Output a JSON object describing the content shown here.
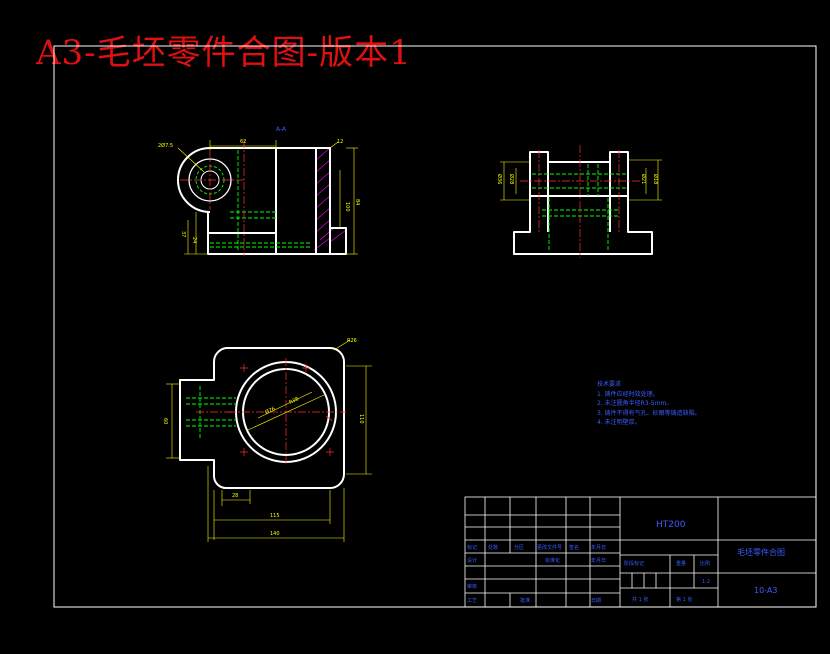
{
  "drawing": {
    "title": "A3-毛坯零件合图-版本1",
    "section_label": "A-A"
  },
  "front_view": {
    "dimensions": [
      "2Ø7.5",
      "62",
      "12",
      "100",
      "84",
      "37",
      "24"
    ]
  },
  "side_view": {
    "dimensions": [
      "Ø36",
      "Ø28",
      "Ø21",
      "Ø18"
    ]
  },
  "top_view": {
    "dimensions": [
      "R26",
      "Ø76",
      "R38",
      "60",
      "110",
      "28",
      "115",
      "140"
    ]
  },
  "technical_notes": {
    "heading": "技术要求",
    "items": [
      "1. 铸件应经时效处理。",
      "2. 未注圆角半径R3-5mm。",
      "3. 铸件不得有气孔、砂眼等铸造缺陷。",
      "4. 未注明壁厚。"
    ]
  },
  "title_block": {
    "material": "HT200",
    "part_name": "毛坯零件合图",
    "drawing_number": "10-A3",
    "scale": "1:2",
    "sheets_total": "共 1 张",
    "sheet_number": "第 1 张",
    "stage_label": "阶段标记",
    "weight_label": "重量",
    "scale_label": "比例",
    "row_labels": [
      "标记",
      "处数",
      "分区",
      "更改文件号",
      "签名",
      "年月日"
    ],
    "row2_labels": [
      "设计",
      "标准化"
    ],
    "row3_labels": [
      "审核"
    ],
    "row4_labels": [
      "工艺",
      "批准"
    ],
    "row2_dates": [
      "年月日"
    ],
    "row4_extra": [
      "日期"
    ]
  },
  "colors": {
    "outline": "#ffffff",
    "title": "#e01010",
    "dimension": "#ffff00",
    "centerline": "#ff3030",
    "hidden": "#00ff00",
    "hatch": "#ff00ff",
    "notes": "#3a5cff"
  }
}
